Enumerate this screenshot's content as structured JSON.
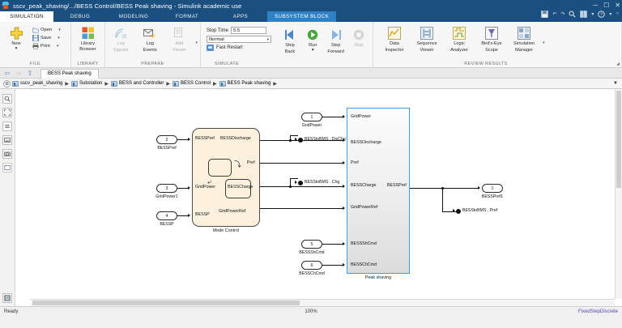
{
  "window": {
    "title": "sscv_peak_shaving/.../BESS Control/BESS Peak shaving - Simulink academic use",
    "app_icon": "simulink-icon",
    "minimize": "─",
    "maximize": "☐",
    "close": "✕"
  },
  "quick_access": [
    {
      "name": "save-icon",
      "glyph": "ὋE"
    },
    {
      "name": "undo-icon",
      "glyph": "↶"
    },
    {
      "name": "redo-icon",
      "glyph": "↷"
    },
    {
      "name": "search-icon",
      "glyph": "⚲"
    },
    {
      "name": "layout-icon",
      "glyph": "▣"
    },
    {
      "name": "layout-dropdown-caret",
      "glyph": "▾"
    },
    {
      "name": "help-icon",
      "glyph": "?"
    },
    {
      "name": "help-dropdown-caret",
      "glyph": "▾"
    },
    {
      "name": "minimize-ribbon-icon",
      "glyph": "○"
    }
  ],
  "tabs": [
    {
      "label": "SIMULATION",
      "active": true
    },
    {
      "label": "DEBUG",
      "active": false
    },
    {
      "label": "MODELING",
      "active": false
    },
    {
      "label": "FORMAT",
      "active": false
    },
    {
      "label": "APPS",
      "active": false
    },
    {
      "label": "SUBSYSTEM BLOCK",
      "active": false,
      "contextual": true
    }
  ],
  "ribbon": {
    "file": {
      "group_label": "FILE",
      "new_label": "New",
      "new_caret": "▾",
      "open_label": "Open",
      "save_label": "Save",
      "print_label": "Print",
      "caret": "▾"
    },
    "library": {
      "group_label": "LIBRARY",
      "browser_label": "Library\nBrowser",
      "browser_line1": "Library",
      "browser_line2": "Browser"
    },
    "prepare": {
      "group_label": "PREPARE",
      "items": [
        {
          "line1": "Log",
          "line2": "Signals",
          "disabled": true,
          "icon": "log-signals-icon"
        },
        {
          "line1": "Log",
          "line2": "Events",
          "disabled": false,
          "icon": "log-events-icon"
        },
        {
          "line1": "Add",
          "line2": "Viewer",
          "disabled": true,
          "icon": "add-viewer-icon"
        }
      ],
      "overflow_caret": "▾"
    },
    "simulate": {
      "group_label": "SIMULATE",
      "stop_time_label": "Stop Time",
      "stop_time_value": "5.5",
      "mode_value": "Normal",
      "mode_caret": "▾",
      "fast_restart_label": "Fast Restart",
      "buttons": [
        {
          "line1": "Step",
          "line2": "Back",
          "icon": "step-back-icon",
          "disabled": false,
          "caret": "▾"
        },
        {
          "line1": "Run",
          "line2": "",
          "icon": "run-icon",
          "disabled": false,
          "caret": "▾"
        },
        {
          "line1": "Step",
          "line2": "Forward",
          "icon": "step-forward-icon",
          "disabled": false
        },
        {
          "line1": "Stop",
          "line2": "",
          "icon": "stop-icon",
          "disabled": true
        }
      ]
    },
    "review": {
      "group_label": "REVIEW RESULTS",
      "items": [
        {
          "line1": "Data",
          "line2": "Inspector",
          "icon": "data-inspector-icon"
        },
        {
          "line1": "Sequence",
          "line2": "Viewer",
          "icon": "sequence-viewer-icon"
        },
        {
          "line1": "Logic",
          "line2": "Analyzer",
          "icon": "logic-analyzer-icon"
        },
        {
          "line1": "Bird's-Eye",
          "line2": "Scope",
          "icon": "birds-eye-scope-icon"
        },
        {
          "line1": "Simulation",
          "line2": "Manager",
          "icon": "simulation-manager-icon"
        }
      ],
      "overflow_caret": "▾"
    }
  },
  "model_tabbar": {
    "back_icon": "⇦",
    "forward_icon": "⇨",
    "up_icon": "⇧",
    "tab_label": "BESS Peak shaving"
  },
  "breadcrumb": {
    "expand_glyph": "⊕",
    "separator": "▶",
    "trailing_caret": "▼",
    "items": [
      "sscv_peak_shaving",
      "Substation",
      "BESS and Controller",
      "BESS Control",
      "BESS Peak shaving"
    ]
  },
  "left_toolbar": [
    {
      "name": "zoom-icon",
      "glyph": "⌕"
    },
    {
      "name": "fit-to-view-icon",
      "glyph": "⛶"
    },
    {
      "name": "flip-direction-icon",
      "glyph": "⇄"
    },
    {
      "name": "image-icon",
      "glyph": "▤"
    },
    {
      "name": "camera-icon",
      "glyph": "▣"
    },
    {
      "name": "rectangle-icon",
      "glyph": "□"
    },
    {
      "name": "model-advisor-icon",
      "glyph": "▦"
    }
  ],
  "diagram": {
    "inports": [
      {
        "num": "2",
        "name": "BESSPref"
      },
      {
        "num": "3",
        "name": "GridPower1"
      },
      {
        "num": "4",
        "name": "BESSP"
      },
      {
        "num": "1",
        "name": "GridPower"
      },
      {
        "num": "5",
        "name": "BESSShCmd"
      },
      {
        "num": "6",
        "name": "BESSChCmd"
      }
    ],
    "outport": {
      "num": "1",
      "name": "BESSPref1"
    },
    "mode_control": {
      "caption": "Mode Control",
      "inputs": [
        "BESSPref",
        "GridPower",
        "BESSP"
      ],
      "outputs": [
        "BESSDischarge",
        "Pref",
        "BESSCharge",
        "GridPowerRef"
      ]
    },
    "peak_shaving": {
      "caption": "Peak shaving",
      "inputs": [
        "GridPower",
        "BESSDischarge",
        "Pref",
        "BESSCharge",
        "GridPowerRef",
        "BESSShCmd",
        "BESSChCmd"
      ],
      "outputs": [
        "BESSPref"
      ]
    },
    "goto_tags": [
      "BESStoBMS . DisChg",
      "BESStoBMS . Chg",
      "BESStoBMS . Pref"
    ]
  },
  "statusbar": {
    "left": "Ready",
    "zoom": "100%",
    "solver": "FixedStepDiscrete"
  },
  "colors": {
    "titlebar": "#1b4f80",
    "contextual_tab": "#2f81c4",
    "subsystem_border": "#3f9cd8",
    "stateflow_fill": "#fdf1dd",
    "solver_text": "#5b3fbf"
  }
}
